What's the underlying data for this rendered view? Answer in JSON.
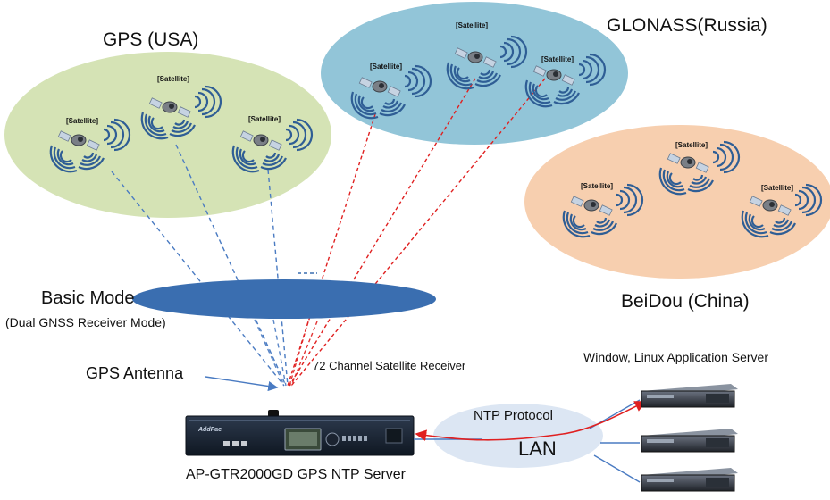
{
  "groups": {
    "gps": {
      "title": "GPS (USA)",
      "color": "#d5e3b5",
      "satellite_labels": [
        "[Satellite]",
        "[Satellite]",
        "[Satellite]"
      ]
    },
    "glonass": {
      "title": "GLONASS(Russia)",
      "color": "#92c5d8",
      "satellite_labels": [
        "[Satellite]",
        "[Satellite]",
        "[Satellite]"
      ]
    },
    "beidou": {
      "title": "BeiDou (China)",
      "color": "#f7cfaf",
      "satellite_labels": [
        "[Satellite]",
        "[Satellite]",
        "[Satellite]"
      ]
    }
  },
  "mode": {
    "title": "Basic Mode",
    "subtitle": "(Dual GNSS Receiver Mode)",
    "color": "#3a6eb0"
  },
  "antenna_label": "GPS Antenna",
  "receiver_label": "72 Channel Satellite Receiver",
  "device": {
    "caption": "AP-GTR2000GD  GPS NTP Server",
    "brand": "AddPac"
  },
  "network": {
    "lan_label": "LAN",
    "protocol_label": "NTP Protocol"
  },
  "servers": {
    "title": "Window, Linux Application Server"
  },
  "colors": {
    "gps_link": "#4a7bc2",
    "glonass_link": "#e02020",
    "ntp_arrow": "#e02020",
    "lan": "#dce6f3"
  }
}
